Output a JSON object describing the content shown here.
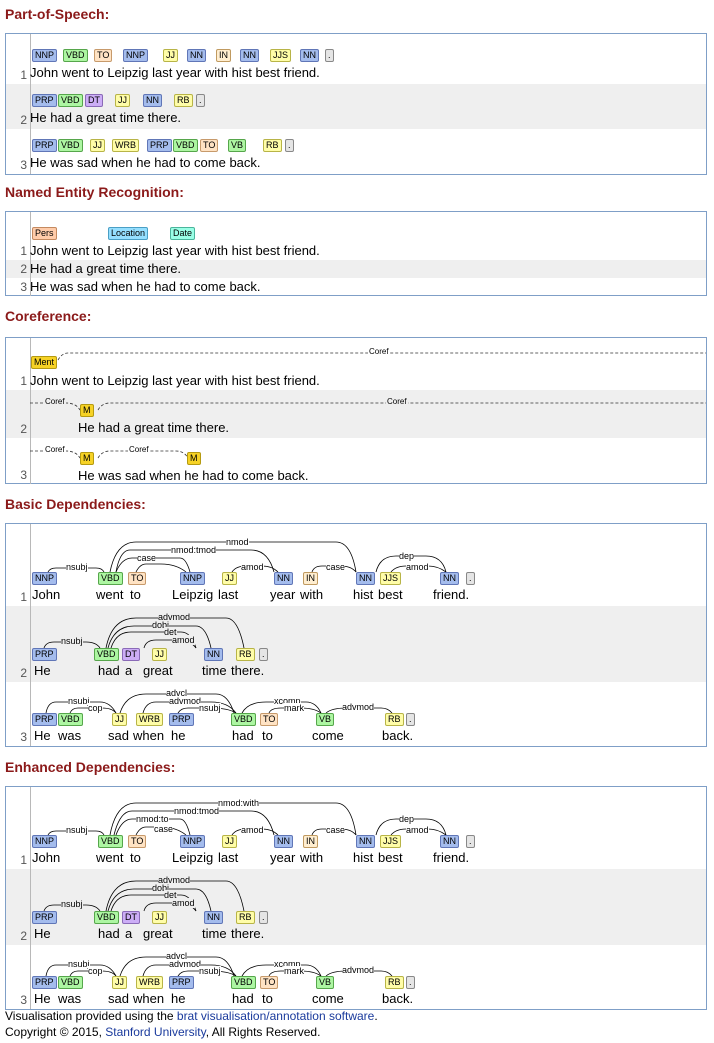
{
  "sections": {
    "pos": "Part-of-Speech:",
    "ner": "Named Entity Recognition:",
    "coref": "Coreference:",
    "basic": "Basic Dependencies:",
    "enhanced": "Enhanced Dependencies:"
  },
  "line_numbers": [
    "1",
    "2",
    "3"
  ],
  "sentences": [
    [
      "John",
      "went",
      "to",
      "Leipzig",
      "last",
      "year",
      "with",
      "hist",
      "best",
      "friend."
    ],
    [
      "He",
      "had",
      "a",
      "great",
      "time",
      "there."
    ],
    [
      "He",
      "was",
      "sad",
      "when",
      "he",
      "had",
      "to",
      "come",
      "back."
    ]
  ],
  "sentence_text": [
    "John went to Leipzig last year with hist best friend.",
    "He had a great time there.",
    "He was sad when he had to come back."
  ],
  "pos_tags": [
    [
      "NNP",
      "VBD",
      "TO",
      "NNP",
      "JJ",
      "NN",
      "IN",
      "NN",
      "JJS",
      "NN",
      "."
    ],
    [
      "PRP",
      "VBD",
      "DT",
      "JJ",
      "NN",
      "RB",
      "."
    ],
    [
      "PRP",
      "VBD",
      "JJ",
      "WRB",
      "PRP",
      "VBD",
      "TO",
      "VB",
      "RB",
      "."
    ]
  ],
  "ner": {
    "pers": "Pers",
    "location": "Location",
    "date": "Date"
  },
  "coref": {
    "ment": "Ment",
    "m": "M",
    "coref": "Coref"
  },
  "basic_labels": {
    "s1": [
      "nsubj",
      "nmod:tmod",
      "nmod",
      "case",
      "amod",
      "case",
      "dep",
      "amod"
    ],
    "s2": [
      "nsubj",
      "advmod",
      "dobj",
      "det",
      "amod"
    ],
    "s3": [
      "nsubj",
      "cop",
      "advcl",
      "advmod",
      "nsubj",
      "xcomp",
      "mark",
      "advmod"
    ]
  },
  "enhanced_labels": {
    "s1": [
      "nsubj",
      "nmod:with",
      "nmod:tmod",
      "nmod:to",
      "case",
      "amod",
      "case",
      "dep",
      "amod"
    ],
    "s2": [
      "nsubj",
      "advmod",
      "dobj",
      "det",
      "amod"
    ],
    "s3": [
      "nsubj",
      "cop",
      "advcl",
      "advmod",
      "nsubj",
      "xcomp",
      "mark",
      "advmod"
    ]
  },
  "footer": {
    "line1_prefix": "Visualisation provided using the ",
    "line1_link": "brat visualisation/annotation software",
    "line1_suffix": ".",
    "line2_prefix": "Copyright © 2015, ",
    "line2_link": "Stanford University",
    "line2_suffix": ", All Rights Reserved."
  }
}
